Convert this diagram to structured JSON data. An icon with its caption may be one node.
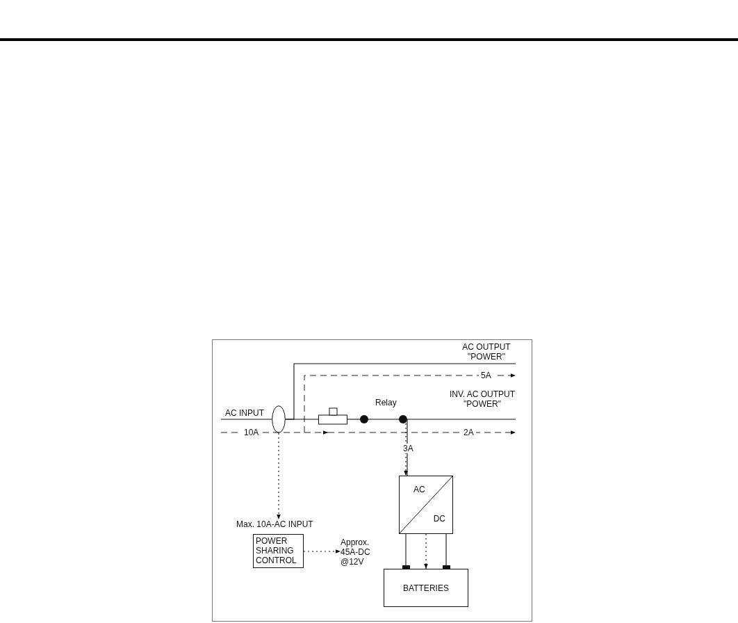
{
  "diagram": {
    "nodes": [
      {
        "text": [],
        "shape": "ellipse"
      },
      {
        "text": [],
        "shape": "box"
      },
      {
        "text": [],
        "shape": "circle"
      },
      {
        "text": [],
        "shape": "circle"
      },
      {
        "text": [
          "AC",
          "DC"
        ]
      },
      {
        "text": [
          "Max. 10A-AC INPUT"
        ]
      },
      {
        "text": [
          "POWER SHARING CONTROL"
        ]
      },
      {
        "text": [
          "Approx. 45A-DC @12V"
        ]
      },
      {
        "text": [
          "BATTERIES"
        ]
      },
      {
        "text": [
          "AC INPUT"
        ]
      },
      {
        "text": [],
        "shape": "bar"
      },
      {
        "text": [],
        "shape": "bar"
      }
    ],
    "edges": [
      {
        "from": 9,
        "to": 0,
        "arrow": "none"
      },
      {
        "from": 0,
        "to": null,
        "arrow": "none"
      },
      {
        "from": 0,
        "to": 1,
        "arrow": "none"
      },
      {
        "from": 1,
        "to": 2,
        "arrow": "none"
      },
      {
        "from": 2,
        "to": 3,
        "arrow": "none"
      },
      {
        "from": 3,
        "to": null,
        "arrow": "none"
      },
      {
        "from": 3,
        "to": 4,
        "arrow": "none"
      },
      {
        "from": 0,
        "to": 5,
        "arrow": "to",
        "style": "dashed"
      },
      {
        "from": 4,
        "to": 10,
        "arrow": "none"
      },
      {
        "from": 4,
        "to": 11,
        "arrow": "none"
      },
      {
        "from": 6,
        "to": 7,
        "arrow": "to",
        "style": "dashed"
      },
      {
        "from": 3,
        "to": 4,
        "arrow": "to",
        "style": "dashed",
        "label": "3A"
      },
      {
        "from": 4,
        "to": 8,
        "arrow": "to",
        "style": "dashed"
      }
    ],
    "labels": [
      "AC OUTPUT \"POWER\"",
      "5A",
      "INV. AC OUTPUT \"POWER\"",
      "Relay",
      "10A",
      "2A"
    ]
  }
}
